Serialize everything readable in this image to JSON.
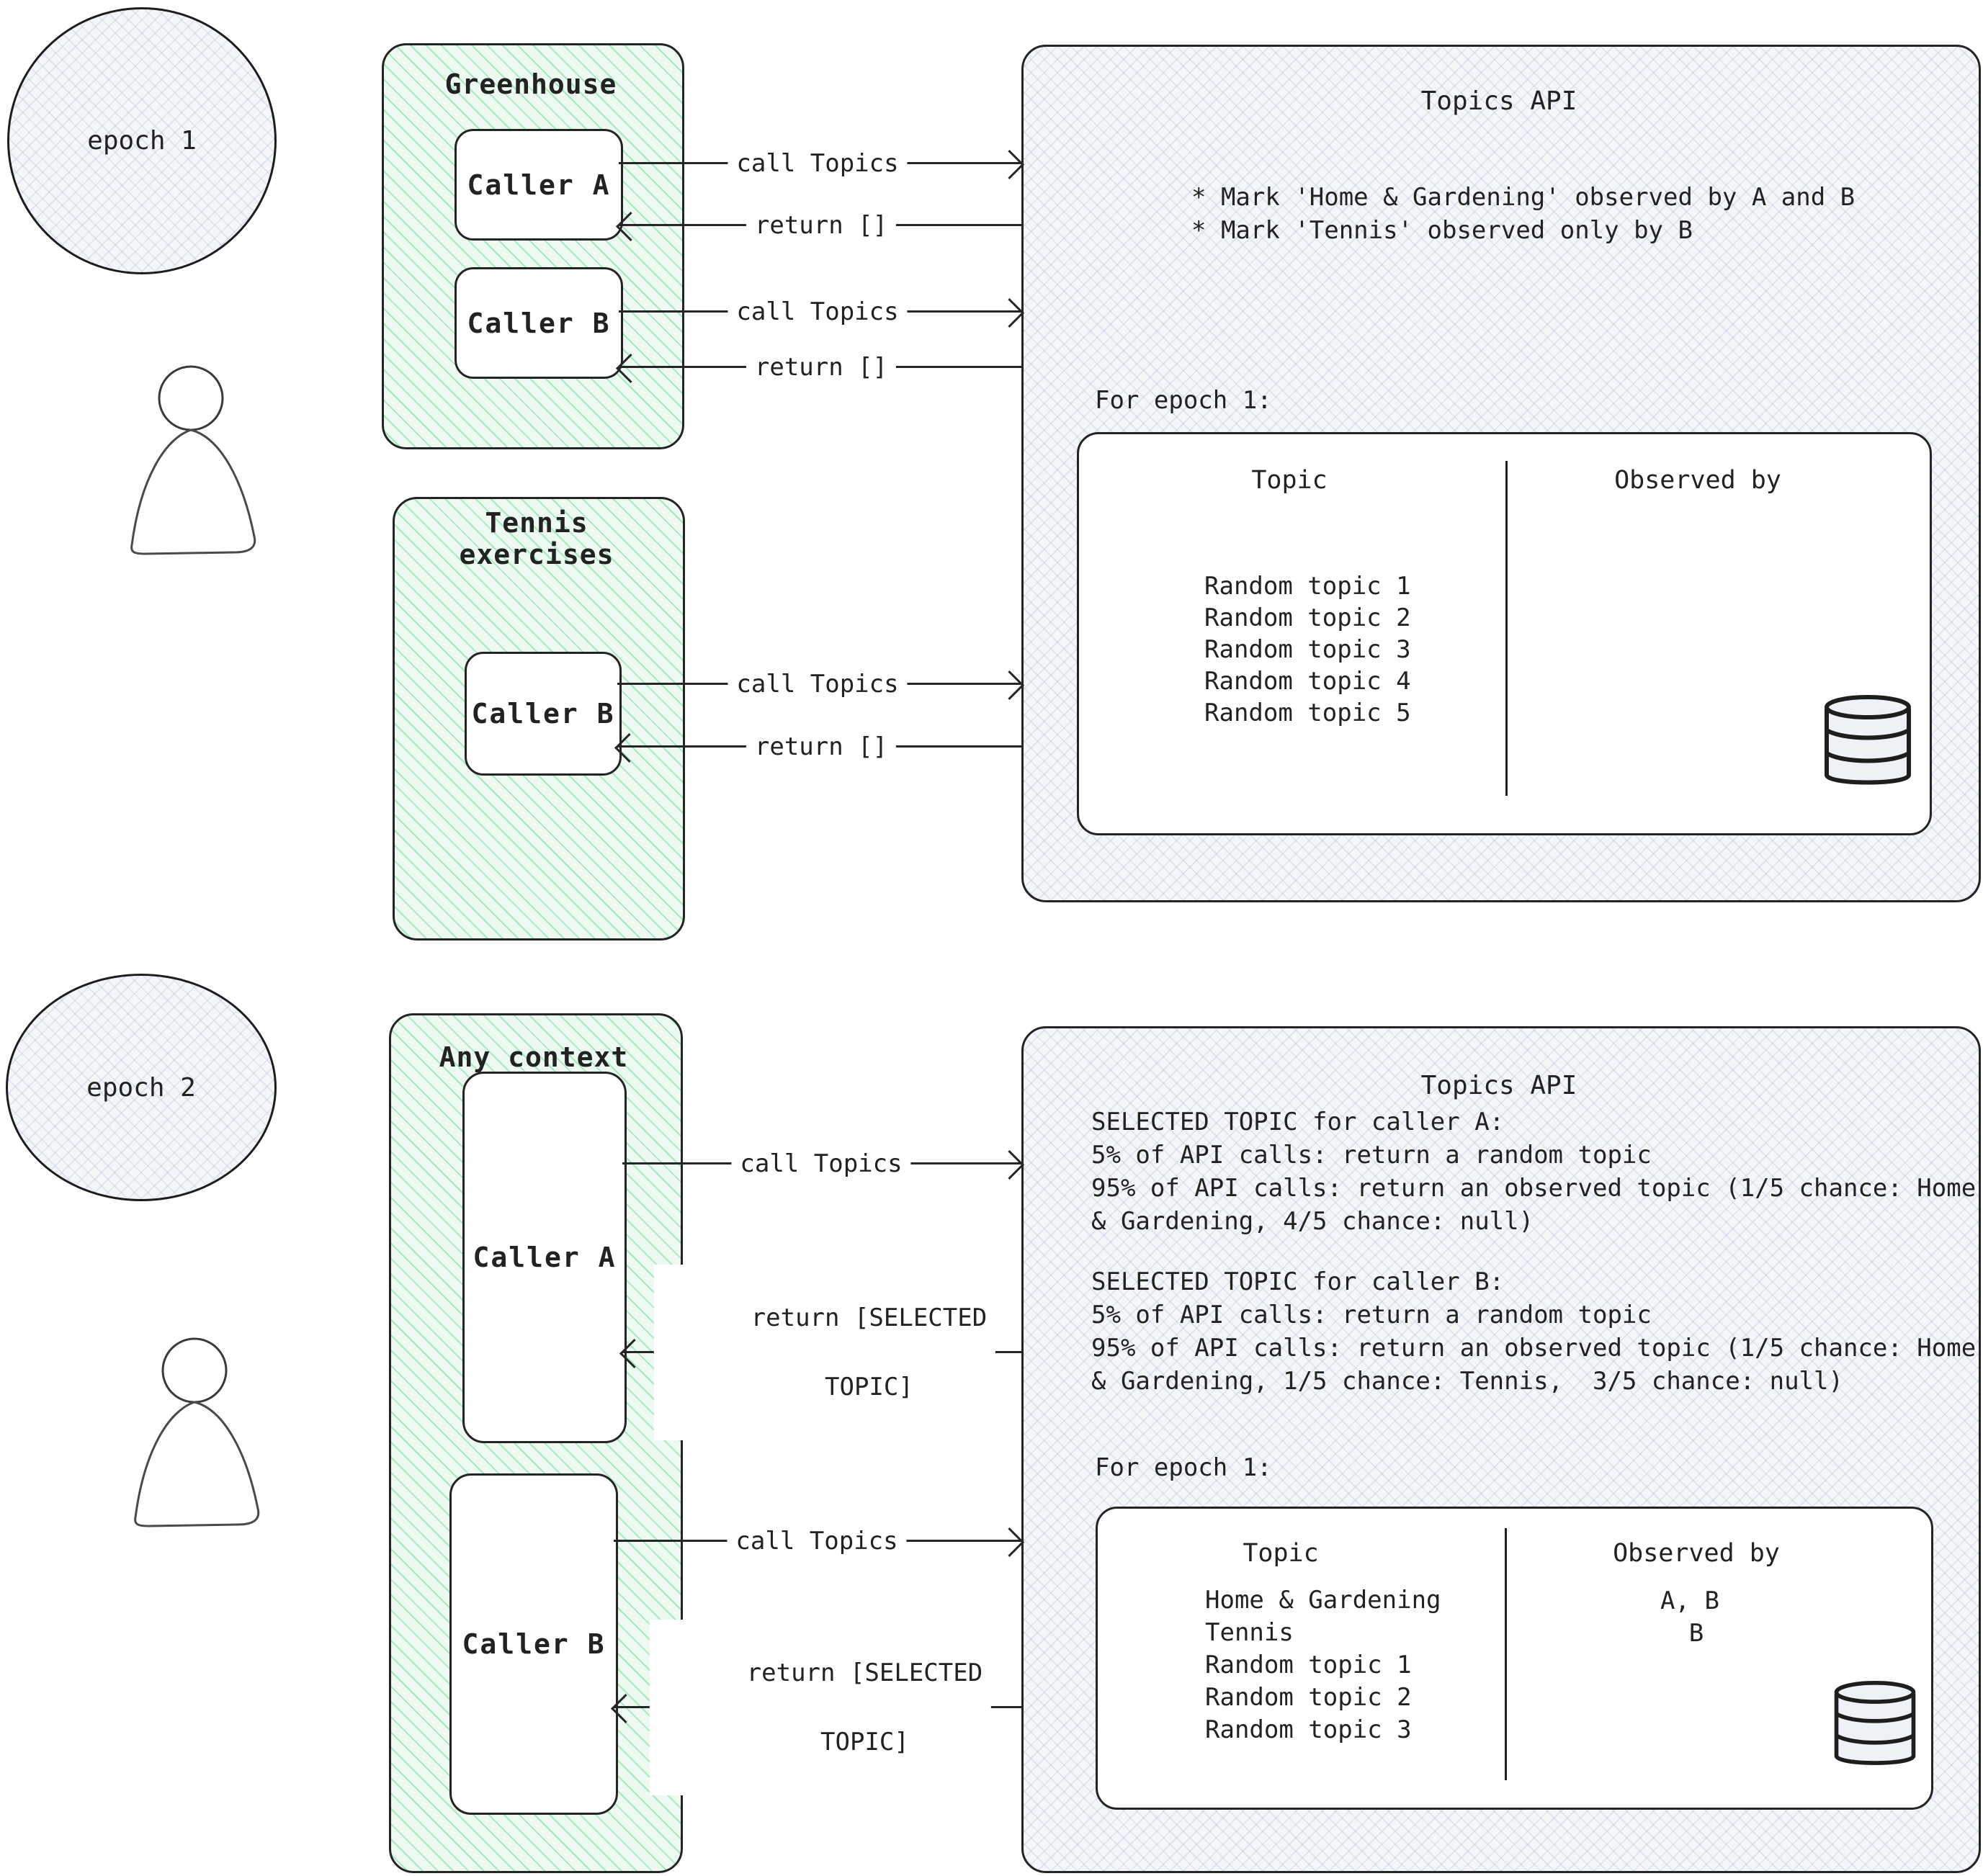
{
  "s1": {
    "epoch_label": "epoch 1",
    "greenhouse": {
      "title": "Greenhouse",
      "caller_a": "Caller A",
      "caller_b": "Caller B"
    },
    "tennis": {
      "title": "Tennis exercises",
      "caller_b": "Caller B"
    },
    "arrows": {
      "call_a": "call Topics",
      "return_a": "return []",
      "call_b": "call Topics",
      "return_b": "return []",
      "call_tennis": "call Topics",
      "return_tennis": "return []"
    },
    "api": {
      "title": "Topics API",
      "bullets": [
        "* Mark 'Home & Gardening' observed by A and B",
        "* Mark 'Tennis' observed only by B"
      ],
      "epoch_heading": "For epoch 1:",
      "table": {
        "topic_header": "Topic",
        "observed_header": "Observed by",
        "rows": [
          {
            "topic": "Random topic 1",
            "observed": ""
          },
          {
            "topic": "Random topic 2",
            "observed": ""
          },
          {
            "topic": "Random topic 3",
            "observed": ""
          },
          {
            "topic": "Random topic 4",
            "observed": ""
          },
          {
            "topic": "Random topic 5",
            "observed": ""
          }
        ]
      }
    }
  },
  "s2": {
    "epoch_label": "epoch 2",
    "context": {
      "title": "Any context",
      "caller_a": "Caller A",
      "caller_b": "Caller B"
    },
    "arrows": {
      "call_a": "call Topics",
      "return_a_line1": "return [SELECTED",
      "return_a_line2": "TOPIC]",
      "call_b": "call Topics",
      "return_b_line1": "return [SELECTED",
      "return_b_line2": "TOPIC]"
    },
    "api": {
      "title": "Topics API",
      "lines": [
        "SELECTED TOPIC for caller A:",
        "5% of API calls: return a random topic",
        "95% of API calls: return an observed topic (1/5 chance: Home",
        "& Gardening, 4/5 chance: null)",
        "SELECTED TOPIC for caller B:",
        "5% of API calls: return a random topic",
        "95% of API calls: return an observed topic (1/5 chance: Home",
        "& Gardening, 1/5 chance: Tennis,  3/5 chance: null)"
      ],
      "epoch_heading": "For epoch 1:",
      "table": {
        "topic_header": "Topic",
        "observed_header": "Observed by",
        "rows": [
          {
            "topic": "Home & Gardening",
            "observed": "A, B"
          },
          {
            "topic": "Tennis",
            "observed": "B"
          },
          {
            "topic": "Random topic 1",
            "observed": ""
          },
          {
            "topic": "Random topic 2",
            "observed": ""
          },
          {
            "topic": "Random topic 3",
            "observed": ""
          }
        ]
      }
    }
  }
}
